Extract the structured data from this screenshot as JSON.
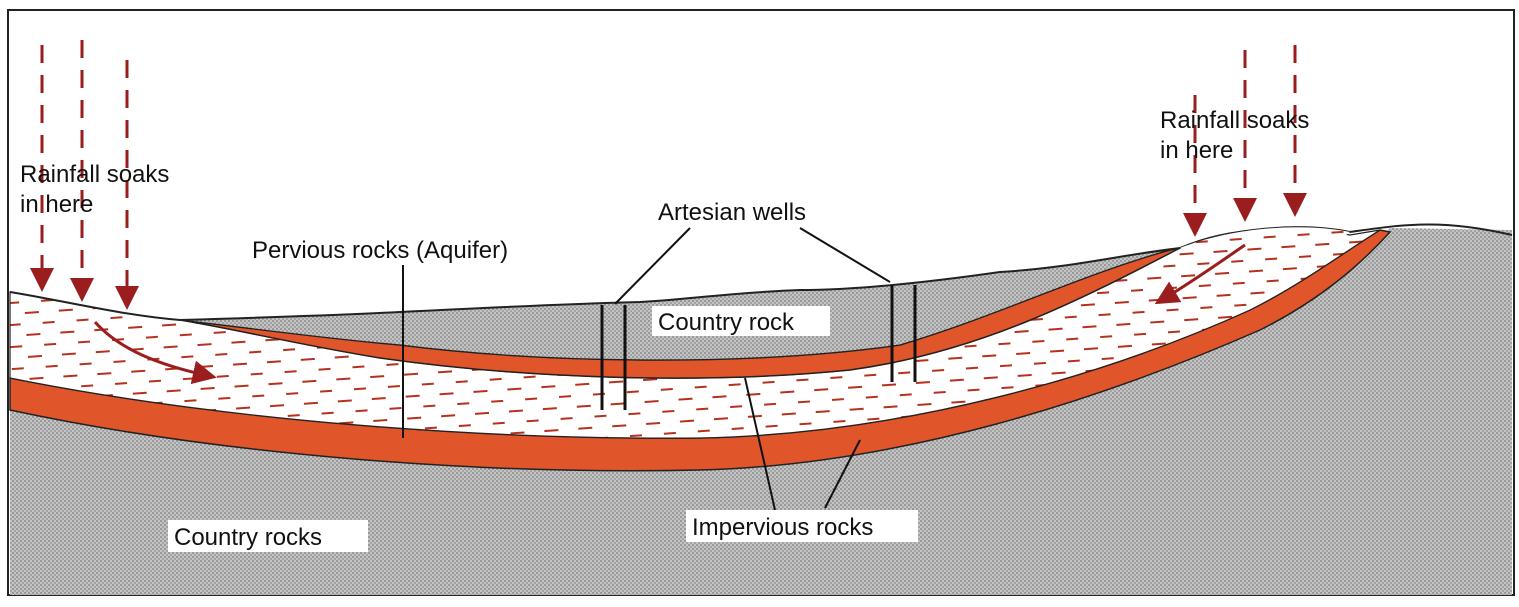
{
  "labels": {
    "rain_left": [
      "Rainfall soaks",
      "in here"
    ],
    "rain_right": [
      "Rainfall soaks",
      "in here"
    ],
    "artesian_wells": "Artesian wells",
    "pervious": "Pervious rocks (Aquifer)",
    "country_rock_upper": "Country rock",
    "country_rocks_lower": "Country rocks",
    "impervious": "Impervious rocks"
  },
  "colors": {
    "impervious": "#e0552a",
    "impervious_dark": "#c9461f",
    "country_rock": "#b3b3b3",
    "aquifer_bg": "#ffffff",
    "aquifer_dash": "#b5311f",
    "rain": "#9b1e1e",
    "frame": "#222222"
  },
  "icons": {
    "rain": "rain-arrow-icon",
    "flow": "flow-arrow-icon",
    "well": "well-pipe-icon"
  }
}
